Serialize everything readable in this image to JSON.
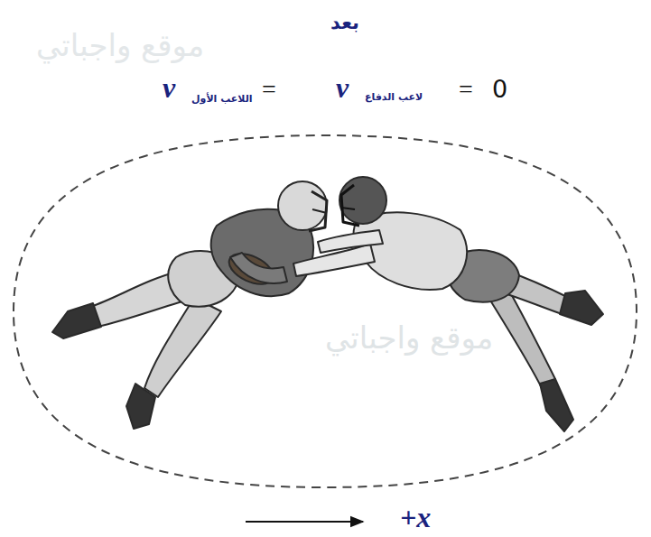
{
  "diagram": {
    "title": "بعد",
    "labels": [
      "v",
      "اللاعب الأول",
      "=",
      "v",
      "لاعب الدفاع",
      "=",
      "0",
      "+x",
      "موقع واجباتي",
      "موقع واجباتي"
    ]
  }
}
